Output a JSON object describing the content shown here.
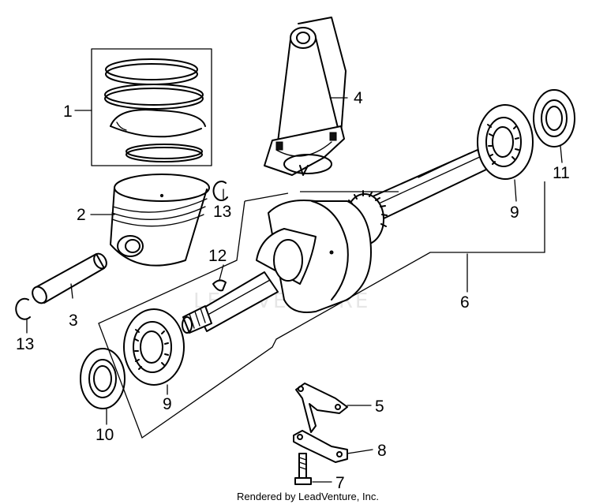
{
  "diagram": {
    "callouts": {
      "c1": "1",
      "c2": "2",
      "c3": "3",
      "c4": "4",
      "c5": "5",
      "c6": "6",
      "c7": "7",
      "c8": "8",
      "c9a": "9",
      "c9b": "9",
      "c10": "10",
      "c11": "11",
      "c12": "12",
      "c13a": "13",
      "c13b": "13"
    },
    "watermark": "LEADVENTURE",
    "footer": "Rendered by LeadVenture, Inc."
  }
}
